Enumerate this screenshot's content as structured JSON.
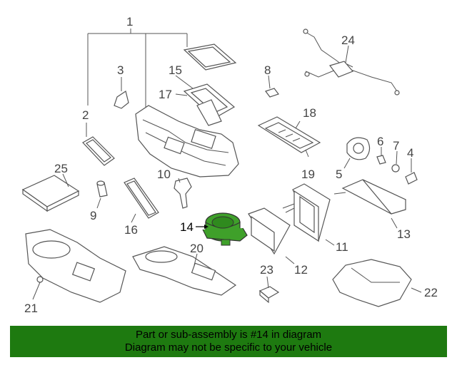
{
  "diagram": {
    "callouts": [
      {
        "id": "1",
        "label": "1"
      },
      {
        "id": "2",
        "label": "2"
      },
      {
        "id": "3",
        "label": "3"
      },
      {
        "id": "4",
        "label": "4"
      },
      {
        "id": "5",
        "label": "5"
      },
      {
        "id": "6",
        "label": "6"
      },
      {
        "id": "7",
        "label": "7"
      },
      {
        "id": "8",
        "label": "8"
      },
      {
        "id": "9",
        "label": "9"
      },
      {
        "id": "10",
        "label": "10"
      },
      {
        "id": "11",
        "label": "11"
      },
      {
        "id": "12",
        "label": "12"
      },
      {
        "id": "13",
        "label": "13"
      },
      {
        "id": "14",
        "label": "14"
      },
      {
        "id": "15",
        "label": "15"
      },
      {
        "id": "16",
        "label": "16"
      },
      {
        "id": "17",
        "label": "17"
      },
      {
        "id": "18",
        "label": "18"
      },
      {
        "id": "19",
        "label": "19"
      },
      {
        "id": "20",
        "label": "20"
      },
      {
        "id": "21",
        "label": "21"
      },
      {
        "id": "22",
        "label": "22"
      },
      {
        "id": "23",
        "label": "23"
      },
      {
        "id": "24",
        "label": "24"
      },
      {
        "id": "25",
        "label": "25"
      }
    ],
    "highlight_part": "14",
    "highlight_color": "#3fa02a"
  },
  "banner": {
    "line1": "Part or sub-assembly is #14 in diagram",
    "line2": "Diagram may not be specific to your vehicle",
    "color": "#1e7a10"
  }
}
